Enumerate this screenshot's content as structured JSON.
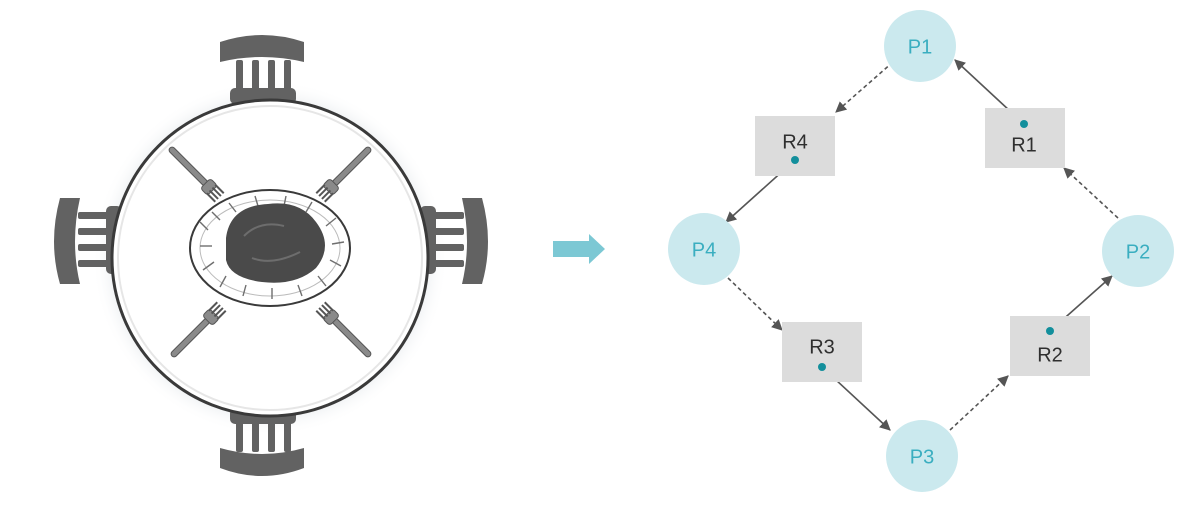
{
  "colors": {
    "process_fill": "#cbe9ee",
    "process_text": "#3aaec0",
    "resource_fill": "#dcdcdc",
    "resource_text": "#2f2f2f",
    "edge": "#555555",
    "dot": "#138f9c",
    "arrow": "#7cc8d4",
    "chair": "#626262",
    "table_rim": "#3a3a3a",
    "food": "#4a4a4a"
  },
  "illustration": {
    "subject": "round-dining-table-with-four-chairs-and-four-forks"
  },
  "diagram": {
    "processes": [
      {
        "id": "p1",
        "label": "P1"
      },
      {
        "id": "p2",
        "label": "P2"
      },
      {
        "id": "p3",
        "label": "P3"
      },
      {
        "id": "p4",
        "label": "P4"
      }
    ],
    "resources": [
      {
        "id": "r1",
        "label": "R1"
      },
      {
        "id": "r2",
        "label": "R2"
      },
      {
        "id": "r3",
        "label": "R3"
      },
      {
        "id": "r4",
        "label": "R4"
      }
    ],
    "edges": [
      {
        "from": "r1",
        "to": "p1",
        "kind": "assignment"
      },
      {
        "from": "p1",
        "to": "r4",
        "kind": "request"
      },
      {
        "from": "r4",
        "to": "p4",
        "kind": "assignment"
      },
      {
        "from": "p4",
        "to": "r3",
        "kind": "request"
      },
      {
        "from": "r3",
        "to": "p3",
        "kind": "assignment"
      },
      {
        "from": "p3",
        "to": "r2",
        "kind": "request"
      },
      {
        "from": "r2",
        "to": "p2",
        "kind": "assignment"
      },
      {
        "from": "p2",
        "to": "r1",
        "kind": "request"
      }
    ]
  }
}
